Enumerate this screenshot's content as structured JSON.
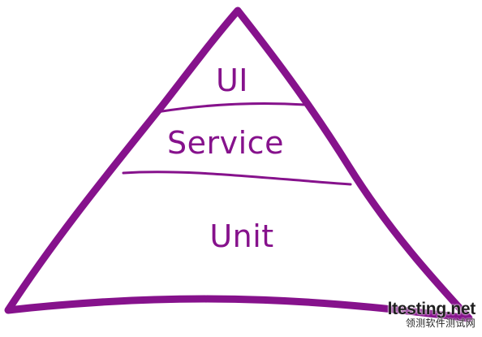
{
  "diagram": {
    "stroke_color": "#86128c",
    "layers": [
      {
        "id": "ui",
        "label": "UI"
      },
      {
        "id": "service",
        "label": "Service"
      },
      {
        "id": "unit",
        "label": "Unit"
      }
    ]
  },
  "watermark": {
    "site": "ltesting.net",
    "subtitle": "领测软件测试网"
  }
}
